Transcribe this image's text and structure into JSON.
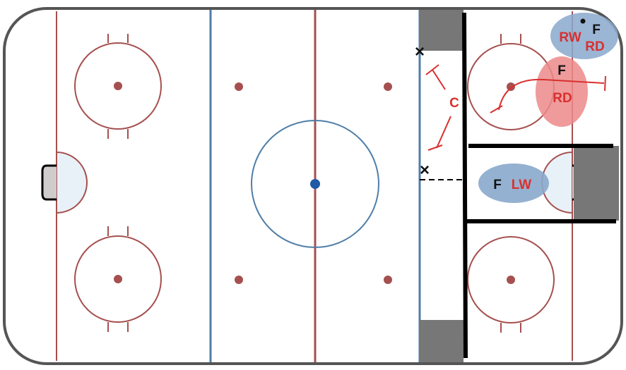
{
  "colors": {
    "red_line": "#a5504f",
    "blue_line": "#4f7ea8",
    "center_dot": "#1f5aa6",
    "ice": "#ffffff",
    "crease": "#e9f1f8",
    "net": "#d0cccc",
    "boards": "#000000",
    "shade": "#777777",
    "red_ellipse": "#ec8a8a",
    "blue_ellipse": "#8aa8cc",
    "red_text": "#d9302f",
    "dark_text": "#111111"
  },
  "players": {
    "rw_label": "RW",
    "rw_f": "F",
    "rd_top_label": "RD",
    "rd_mid_f": "F",
    "rd_mid_label": "RD",
    "c_label": "C",
    "lw_f": "F",
    "lw_label": "LW"
  },
  "markers": {
    "x_top": "×",
    "x_mid": "×"
  }
}
